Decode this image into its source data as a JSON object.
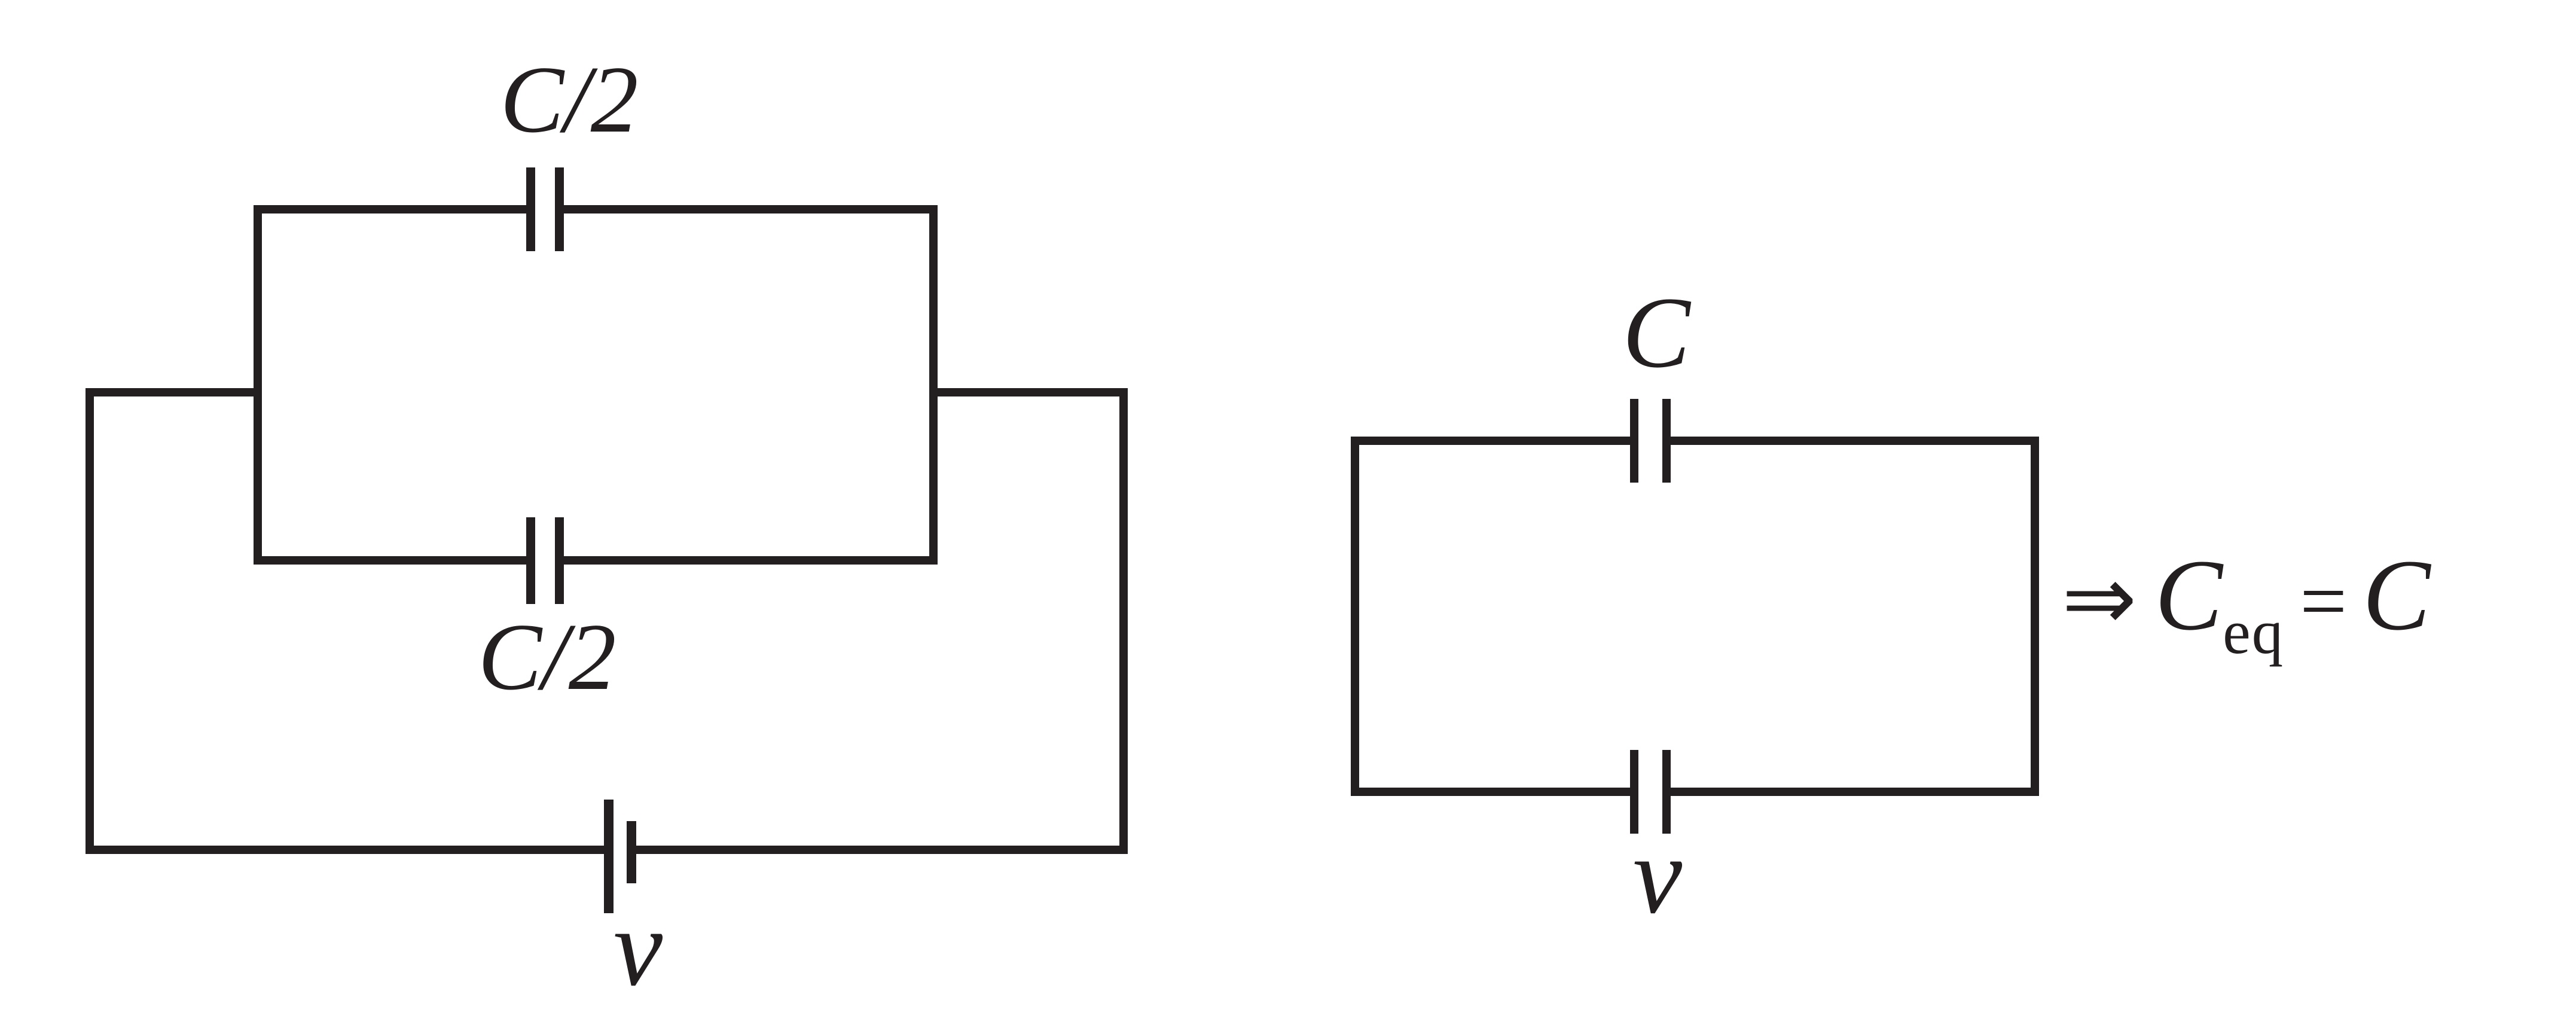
{
  "colors": {
    "ink": "#231f20",
    "background": "#ffffff"
  },
  "left_circuit": {
    "cap_top_label": "C/2",
    "cap_mid_label": "C/2",
    "source_label": "v"
  },
  "right_circuit": {
    "cap_label": "C",
    "source_label": "v"
  },
  "formula": {
    "arrow": "⇒",
    "lhs_base": "C",
    "lhs_subscript": "eq",
    "equals_sign": "=",
    "rhs": "C"
  }
}
